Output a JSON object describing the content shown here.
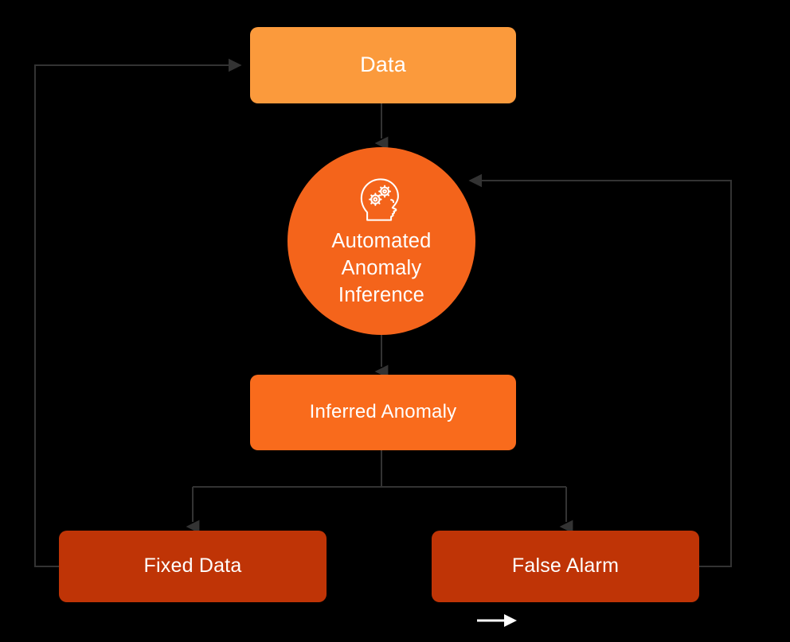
{
  "diagram": {
    "type": "flowchart",
    "background_color": "#000000",
    "edge_color": "#333333",
    "nodes": [
      {
        "id": "data",
        "label": "Data",
        "shape": "rounded-rect",
        "color": "#FB9A3C",
        "text_color": "#FFFFFF"
      },
      {
        "id": "inference",
        "label": "Automated\nAnomaly\nInference",
        "shape": "circle",
        "color": "#F4641B",
        "text_color": "#FFFFFF",
        "icon": "head-gears-icon"
      },
      {
        "id": "inferred",
        "label": "Inferred Anomaly",
        "shape": "rounded-rect",
        "color": "#F96B1C",
        "text_color": "#FFFFFF"
      },
      {
        "id": "fixed",
        "label": "Fixed Data",
        "shape": "rounded-rect",
        "color": "#BF3406",
        "text_color": "#FFFFFF"
      },
      {
        "id": "false_alarm",
        "label": "False Alarm",
        "shape": "rounded-rect",
        "color": "#BF3406",
        "text_color": "#FFFFFF"
      }
    ],
    "edges": [
      {
        "from": "data",
        "to": "inference",
        "style": "straight-down-arrow"
      },
      {
        "from": "inference",
        "to": "inferred",
        "style": "straight-down-arrow"
      },
      {
        "from": "inferred",
        "to": "fixed",
        "style": "split-down-left-arrow"
      },
      {
        "from": "inferred",
        "to": "false_alarm",
        "style": "split-down-right-arrow"
      },
      {
        "from": "fixed",
        "to": "data",
        "style": "feedback-loop-left"
      },
      {
        "from": "false_alarm",
        "to": "inference",
        "style": "feedback-loop-right"
      }
    ],
    "legend_arrow": {
      "name": "flow-direction-arrow",
      "color": "#FFFFFF"
    }
  }
}
